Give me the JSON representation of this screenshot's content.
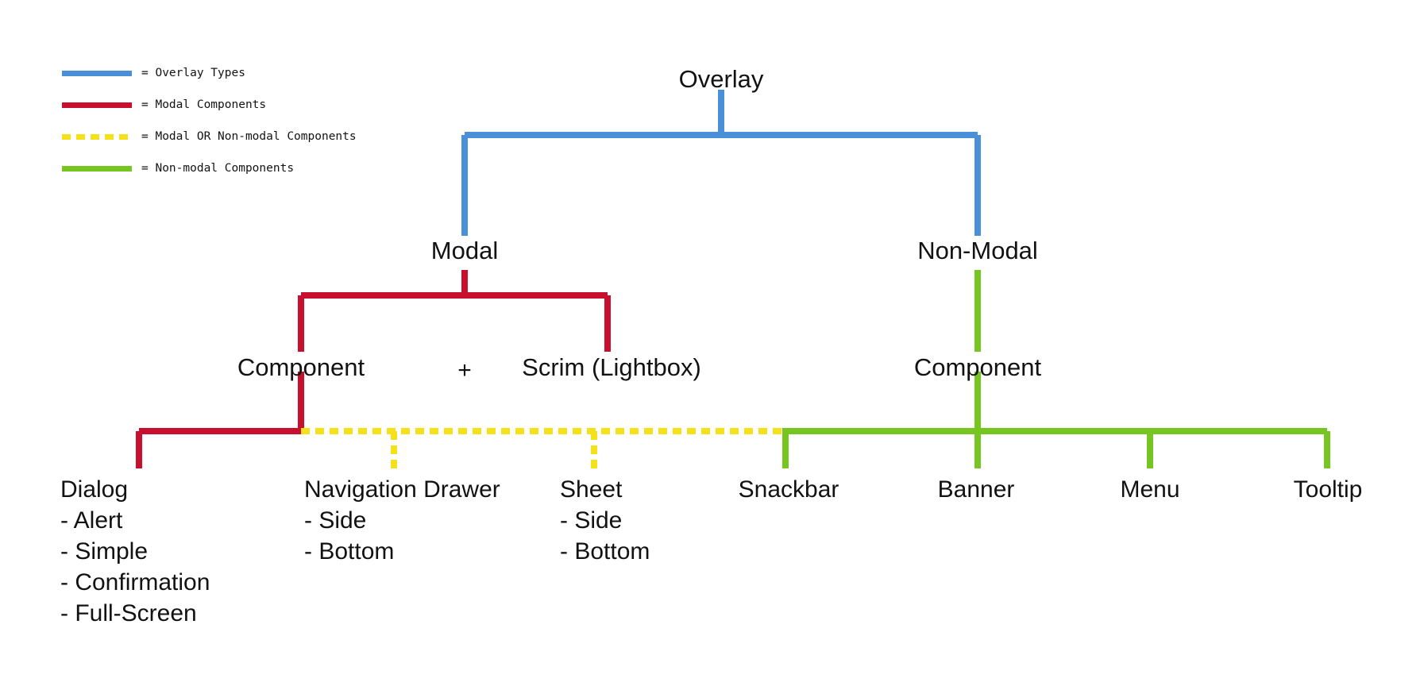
{
  "diagram": {
    "title": "Overlay component taxonomy",
    "colors": {
      "overlay_types": "#4a90d9",
      "modal_components": "#c8102e",
      "modal_or_nonmodal_components": "#f5e119",
      "non_modal_components": "#76c520",
      "text": "#121212",
      "background": "#ffffff"
    },
    "legend": {
      "items": [
        {
          "style": "solid",
          "color_key": "overlay_types",
          "swatch": "solid-blue",
          "label": "= Overlay Types"
        },
        {
          "style": "solid",
          "color_key": "modal_components",
          "swatch": "solid-red",
          "label": "= Modal Components"
        },
        {
          "style": "dashed",
          "color_key": "modal_or_nonmodal_components",
          "swatch": "dashed-yellow",
          "label": "= Modal OR Non-modal Components"
        },
        {
          "style": "solid",
          "color_key": "non_modal_components",
          "swatch": "solid-green",
          "label": "= Non-modal Components"
        }
      ]
    },
    "nodes": {
      "root": "Overlay",
      "modal": "Modal",
      "non_modal": "Non-Modal",
      "modal_component": "Component",
      "modal_operator": "+",
      "modal_scrim": "Scrim (Lightbox)",
      "non_modal_component": "Component"
    },
    "leaves": [
      {
        "name": "Dialog",
        "sub": [
          "- Alert",
          "- Simple",
          "- Confirmation",
          "- Full-Screen"
        ],
        "connector": "modal_components"
      },
      {
        "name": "Navigation Drawer",
        "sub": [
          "- Side",
          "- Bottom"
        ],
        "connector": "modal_or_nonmodal_components"
      },
      {
        "name": "Sheet",
        "sub": [
          "- Side",
          "- Bottom"
        ],
        "connector": "modal_or_nonmodal_components"
      },
      {
        "name": "Snackbar",
        "sub": [],
        "connector": "non_modal_components"
      },
      {
        "name": "Banner",
        "sub": [],
        "connector": "non_modal_components"
      },
      {
        "name": "Menu",
        "sub": [],
        "connector": "non_modal_components"
      },
      {
        "name": "Tooltip",
        "sub": [],
        "connector": "non_modal_components"
      }
    ]
  }
}
